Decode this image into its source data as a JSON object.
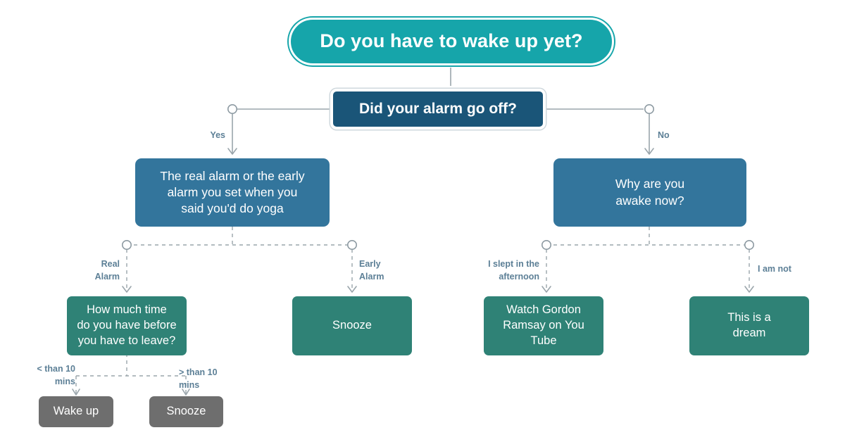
{
  "diagram": {
    "title": "Do you have to wake up yet?",
    "background": "#ffffff",
    "palette": {
      "title_fill": "#16a5aa",
      "root_fill": "#1a5578",
      "branch_fill": "#33759c",
      "leaf_fill": "#2f8276",
      "terminal_fill": "#6e6e6e",
      "label_color": "#5c7f96",
      "connector_color": "#9aa5ab",
      "node_text": "#ffffff"
    },
    "nodes": {
      "root": "Did your alarm go off?",
      "left_branch": "The real alarm or the early\nalarm you set when you\nsaid you'd do yoga",
      "right_branch": "Why are you\nawake now?",
      "how_much_time": "How much time\ndo you have before\nyou have to leave?",
      "snooze_early": "Snooze",
      "gordon_ramsay": "Watch Gordon\nRamsay on You\nTube",
      "this_is_a_dream": "This is a\ndream",
      "wake_up": "Wake up",
      "snooze_ten": "Snooze"
    },
    "edge_labels": {
      "yes": "Yes",
      "no": "No",
      "real_alarm": "Real\nAlarm",
      "early_alarm": "Early\nAlarm",
      "slept_afternoon": "I slept in the\nafternoon",
      "i_am_not": "I am not",
      "less_than_ten": "< than 10\nmins",
      "more_than_ten": "> than 10\nmins"
    }
  }
}
